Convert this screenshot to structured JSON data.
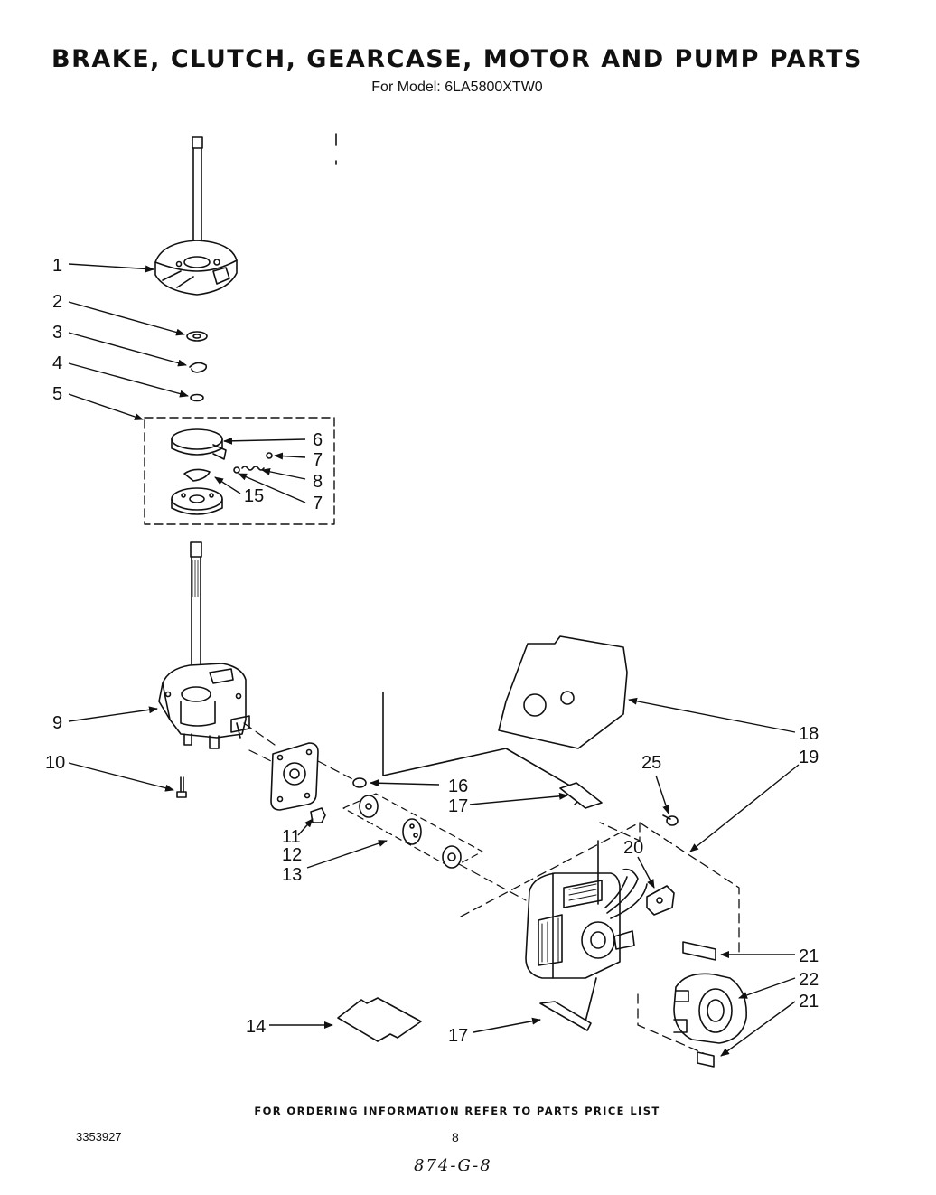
{
  "header": {
    "title": "BRAKE, CLUTCH, GEARCASE, MOTOR AND PUMP PARTS",
    "subtitle": "For Model: 6LA5800XTW0"
  },
  "callouts": [
    "1",
    "2",
    "3",
    "4",
    "5",
    "6",
    "7",
    "8",
    "15",
    "7",
    "9",
    "10",
    "16",
    "17",
    "11",
    "12",
    "13",
    "18",
    "25",
    "19",
    "20",
    "21",
    "22",
    "21",
    "14",
    "17"
  ],
  "footer": {
    "ordering_note": "FOR ORDERING INFORMATION REFER TO PARTS PRICE LIST",
    "doc_number": "3353927",
    "page_number": "8",
    "handwritten_note": "874-G-8"
  }
}
